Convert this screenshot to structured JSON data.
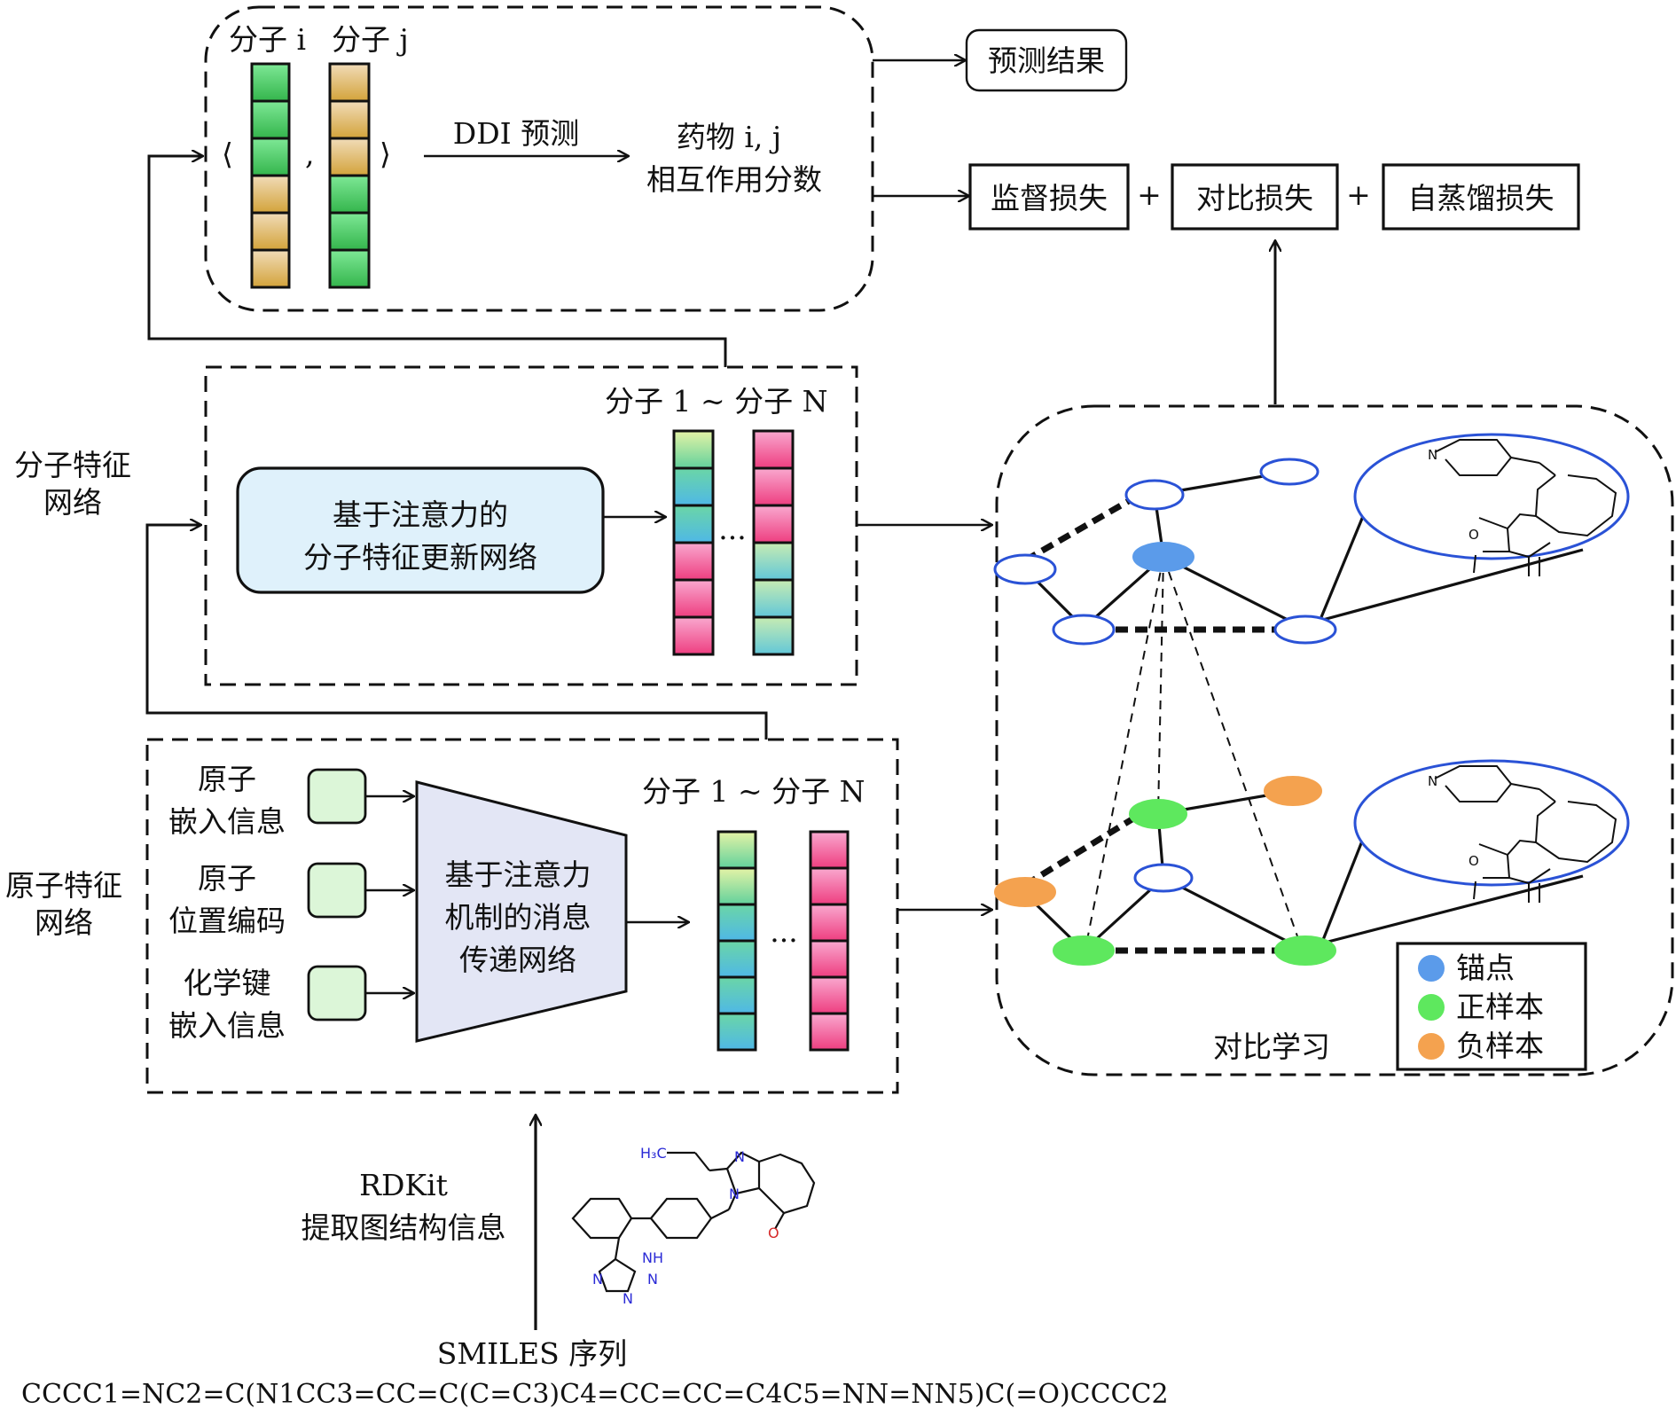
{
  "ddi_module": {
    "mol_i_label": "分子 i",
    "mol_j_label": "分子 j",
    "bracket_left": "⟨",
    "comma": ",",
    "bracket_right": "⟩",
    "arrow_label": "DDI 预测",
    "score_line1": "药物 i, j",
    "score_line2": "相互作用分数"
  },
  "outputs": {
    "prediction": "预测结果",
    "supervised_loss": "监督损失",
    "plus1": "+",
    "contrastive_loss": "对比损失",
    "plus2": "+",
    "self_distill_loss": "自蒸馏损失"
  },
  "molecule_network": {
    "side_label_line1": "分子特征",
    "side_label_line2": "网络",
    "range_label": "分子 1 ~ 分子 N",
    "box_line1": "基于注意力的",
    "box_line2": "分子特征更新网络",
    "ellipsis": "···"
  },
  "atom_network": {
    "side_label_line1": "原子特征",
    "side_label_line2": "网络",
    "input1_line1": "原子",
    "input1_line2": "嵌入信息",
    "input2_line1": "原子",
    "input2_line2": "位置编码",
    "input3_line1": "化学键",
    "input3_line2": "嵌入信息",
    "trap_line1": "基于注意力",
    "trap_line2": "机制的消息",
    "trap_line3": "传递网络",
    "range_label": "分子 1 ~ 分子 N",
    "ellipsis": "···"
  },
  "contrastive": {
    "title": "对比学习",
    "legend": [
      {
        "label": "锚点",
        "color": "#5b9bea"
      },
      {
        "label": "正样本",
        "color": "#5ee85e"
      },
      {
        "label": "负样本",
        "color": "#f4a24f"
      }
    ]
  },
  "rdkit": {
    "line1": "RDKit",
    "line2": "提取图结构信息",
    "smiles_title": "SMILES 序列",
    "smiles": "CCCC1=NC2=C(N1CC3=CC=C(C=C3)C4=CC=CC=C4C5=NN=NN5)C(=O)CCCC2"
  },
  "chem_labels": {
    "h3c": "H₃C",
    "n": "N",
    "nh": "NH",
    "o": "O"
  },
  "colors": {
    "blue_node": "#5b9bea",
    "green_node": "#5ee85e",
    "orange_node": "#f4a24f",
    "node_outline": "#2a52d6",
    "mol_box_fill": "#dff1fb",
    "trap_fill": "#e3e6f5",
    "input_fill": "#dcf6d8"
  }
}
